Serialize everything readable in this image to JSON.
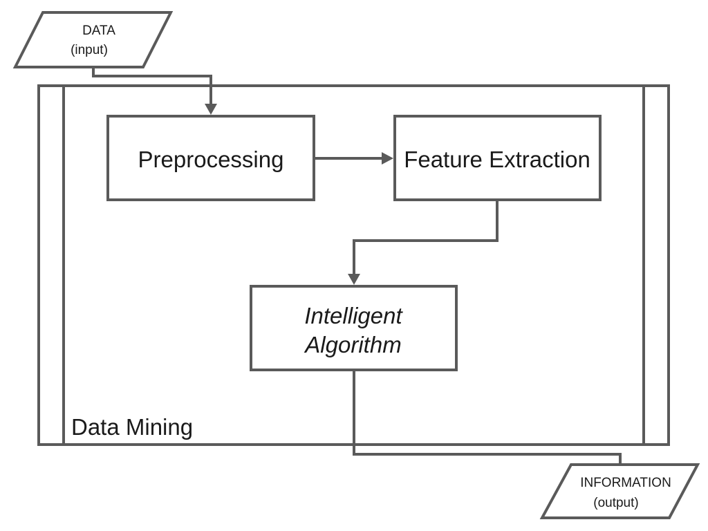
{
  "diagram": {
    "input": {
      "line1": "DATA",
      "line2": "(input)"
    },
    "container_label": "Data Mining",
    "steps": {
      "preprocessing": "Preprocessing",
      "feature_extraction": "Feature Extraction",
      "algorithm_line1": "Intelligent",
      "algorithm_line2": "Algorithm"
    },
    "output": {
      "line1": "INFORMATION",
      "line2": "(output)"
    }
  },
  "colors": {
    "stroke": "#5a5a5a",
    "text": "#1a1a1a",
    "background": "#ffffff"
  }
}
